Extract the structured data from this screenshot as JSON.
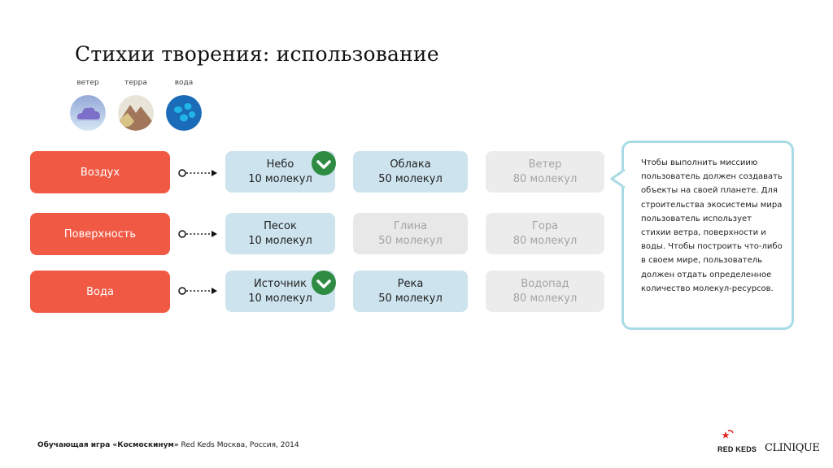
{
  "title": "Стихии творения: использование",
  "elements": [
    {
      "label": "ветер",
      "icon": "cloud-icon"
    },
    {
      "label": "терра",
      "icon": "mountain-icon"
    },
    {
      "label": "вода",
      "icon": "water-drops-icon"
    }
  ],
  "rows": [
    {
      "category": "Воздух",
      "cards": [
        {
          "name": "Небо",
          "cost": "10 молекул",
          "state": "active",
          "checked": true
        },
        {
          "name": "Облака",
          "cost": "50 молекул",
          "state": "active",
          "checked": false
        },
        {
          "name": "Ветер",
          "cost": "80 молекул",
          "state": "locked",
          "checked": false
        }
      ]
    },
    {
      "category": "Поверхность",
      "cards": [
        {
          "name": "Песок",
          "cost": "10 молекул",
          "state": "active",
          "checked": false
        },
        {
          "name": "Глина",
          "cost": "50 молекул",
          "state": "inactive",
          "checked": false
        },
        {
          "name": "Гора",
          "cost": "80 молекул",
          "state": "locked",
          "checked": false
        }
      ]
    },
    {
      "category": "Вода",
      "cards": [
        {
          "name": "Источник",
          "cost": "10 молекул",
          "state": "active",
          "checked": true
        },
        {
          "name": "Река",
          "cost": "50 молекул",
          "state": "active",
          "checked": false
        },
        {
          "name": "Водопад",
          "cost": "80 молекул",
          "state": "locked",
          "checked": false
        }
      ]
    }
  ],
  "note": "Чтобы выполнить миссиию пользователь должен создавать объекты на своей планете. Для строительства экосистемы мира пользователь использует стихии ветра, поверхности и воды. Чтобы построить что-либо в своем мире, пользователь должен отдать определенное количество молекул-ресурсов.",
  "footer": {
    "bold": "Обучающая игра «Космоскинум»",
    "rest": " Red Keds Москва, Россия, 2014"
  },
  "logos": {
    "redkeds": "RED KEDS",
    "clinique": "CLINIQUE"
  },
  "colors": {
    "category": "#f05a45",
    "card_active": "#cde3ee",
    "card_inactive": "#e8e8e8",
    "check": "#2e8c42",
    "note_border": "#a8dbe5"
  }
}
